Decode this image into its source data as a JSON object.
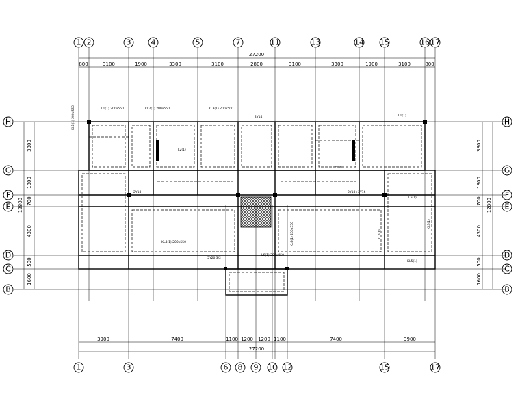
{
  "axes_top": [
    "1",
    "2",
    "3",
    "4",
    "5",
    "7",
    "11",
    "13",
    "14",
    "15",
    "16",
    "17"
  ],
  "axes_bottom": [
    "1",
    "3",
    "6",
    "8",
    "9",
    "10",
    "12",
    "15",
    "17"
  ],
  "axes_rows": [
    "H",
    "G",
    "F",
    "E",
    "D",
    "C",
    "B"
  ],
  "dims_top_total": "27200",
  "dims_top": [
    "800",
    "3100",
    "1900",
    "3300",
    "3100",
    "2800",
    "3100",
    "3300",
    "1900",
    "3100",
    "800"
  ],
  "dims_bottom": [
    "3900",
    "7400",
    "1100",
    "1200",
    "1200",
    "1100",
    "7400",
    "3900"
  ],
  "dims_bottom_total": "27200",
  "dims_side": [
    "3800",
    "1800",
    "700",
    "4300",
    "500",
    "1600"
  ],
  "dims_side_total": "12800",
  "annotations": {
    "a1": "KL1(1) 200x550",
    "a2": "L1(1) 200x550",
    "a3": "KL2(1) 200x550",
    "a4": "KL3(1) 200x500",
    "a5": "L1(1)",
    "a6": "2Y14",
    "a7": "2Y16",
    "a8": "2Y18",
    "a9": "KL4(1) 200x550",
    "a10": "L5(1)",
    "a11": "KL2(1)",
    "a12": "5Y20 3/2",
    "a13": "KL5(1)",
    "a14": "L6(1) 200x450",
    "a15": "KL6(1) 200x550",
    "a16": "2Y18+2Y16",
    "a17": "L2(1)",
    "a18": "KL3(1)"
  }
}
